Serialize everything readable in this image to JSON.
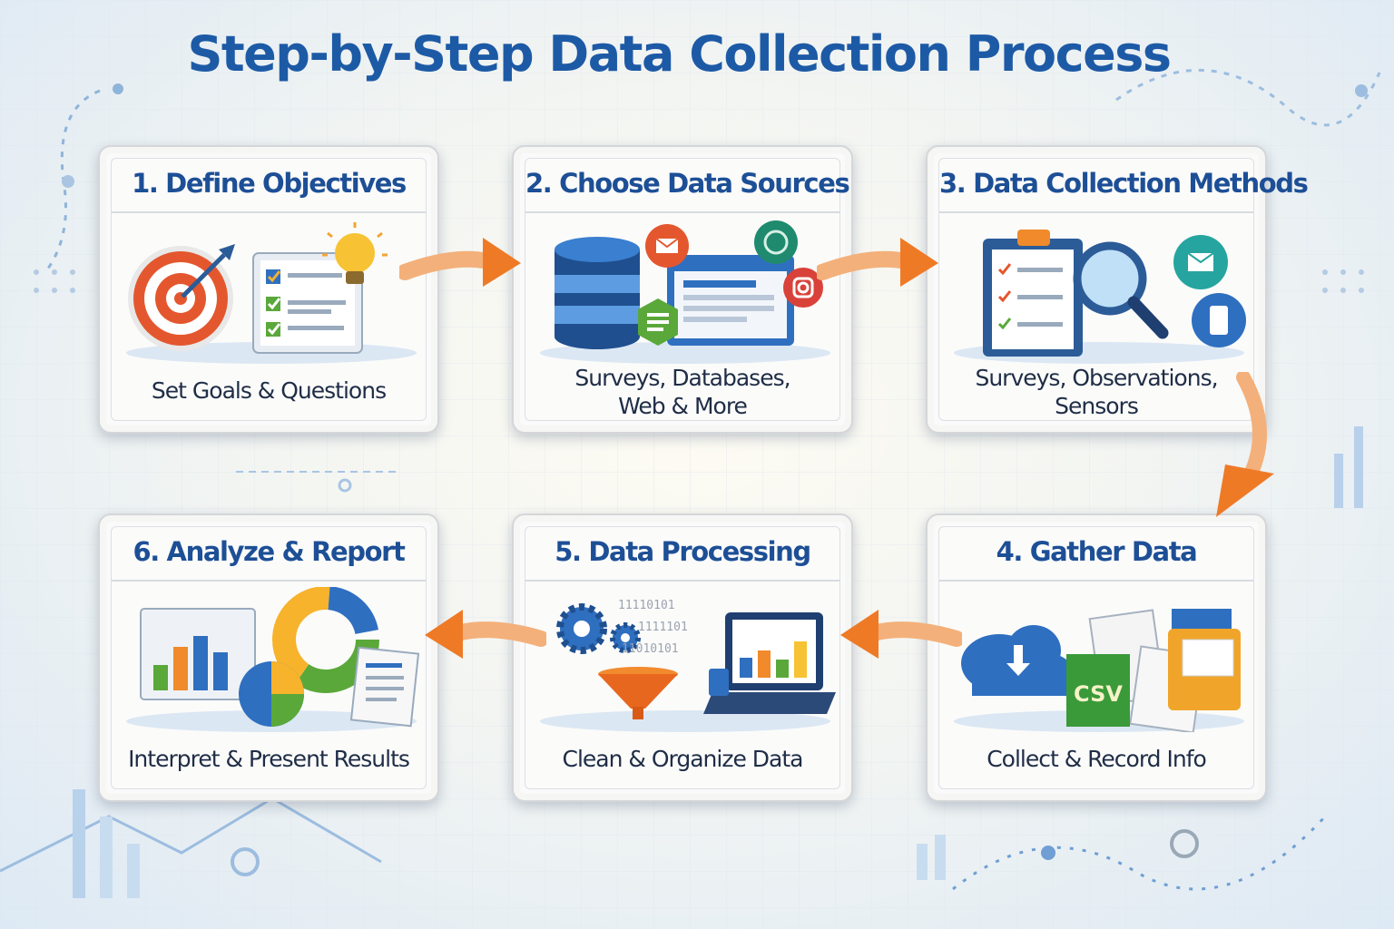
{
  "title": "Step-by-Step Data Collection Process",
  "steps": [
    {
      "heading": "1. Define Objectives",
      "caption": "Set Goals & Questions"
    },
    {
      "heading": "2. Choose Data Sources",
      "caption": "Surveys, Databases,\nWeb & More"
    },
    {
      "heading": "3. Data Collection Methods",
      "caption": "Surveys, Observations,\nSensors"
    },
    {
      "heading": "4. Gather Data",
      "caption": "Collect & Record Info"
    },
    {
      "heading": "5. Data Processing",
      "caption": "Clean & Organize Data"
    },
    {
      "heading": "6. Analyze & Report",
      "caption": "Interpret & Present Results"
    }
  ],
  "icons": {
    "step1": [
      "target-icon",
      "checklist-icon",
      "lightbulb-icon"
    ],
    "step2": [
      "database-icon",
      "browser-window-icon",
      "email-icon",
      "globe-icon",
      "camera-icon",
      "document-icon"
    ],
    "step3": [
      "clipboard-icon",
      "magnifier-icon",
      "email-icon",
      "mobile-icon"
    ],
    "step4": [
      "cloud-download-icon",
      "csv-file-icon",
      "documents-icon",
      "folder-icon"
    ],
    "step5": [
      "gears-icon",
      "binary-data-icon",
      "funnel-icon",
      "laptop-icon"
    ],
    "step6": [
      "bar-chart-icon",
      "pie-chart-icon",
      "donut-chart-icon",
      "report-icon"
    ]
  },
  "binary_text": [
    "11110101",
    "1111101",
    "11010101"
  ],
  "csv_label": "CSV",
  "colors": {
    "title": "#1d5aa6",
    "heading": "#1d4f96",
    "arrow": "#ef7a26",
    "accent_blue": "#2f6fc0",
    "accent_green": "#5aa83a",
    "accent_orange": "#f08a2a"
  }
}
